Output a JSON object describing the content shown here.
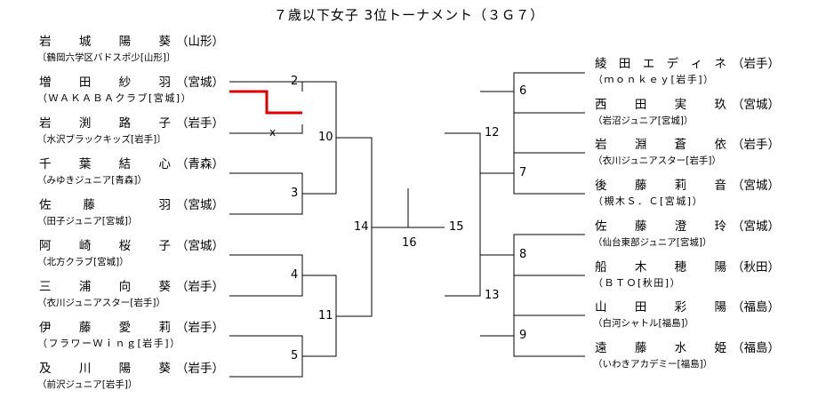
{
  "title": "７歳以下女子 3位トーナメント（３Ｇ７）",
  "left_players": [
    {
      "name": [
        "岩",
        "城",
        "陽",
        "葵"
      ],
      "pref": "（山形）",
      "club": "〔鶴岡六学区バドスポ少[山形]〕"
    },
    {
      "name": [
        "増",
        "田",
        "紗",
        "羽"
      ],
      "pref": "（宮城）",
      "club": "（ＷＡＫＡＢＡクラブ[宮城]）"
    },
    {
      "name": [
        "岩",
        "渕",
        "路",
        "子"
      ],
      "pref": "（岩手）",
      "club": "〔水沢ブラックキッズ[岩手]〕"
    },
    {
      "name": [
        "千",
        "葉",
        "結",
        "心"
      ],
      "pref": "（青森）",
      "club": "（みゆきジュニア[青森]）"
    },
    {
      "name": [
        "佐",
        "藤",
        "",
        "羽"
      ],
      "pref": "（宮城）",
      "club": "（田子ジュニア[宮城]）"
    },
    {
      "name": [
        "阿",
        "崎",
        "桜",
        "子"
      ],
      "pref": "（宮城）",
      "club": "（北方クラブ[宮城]）"
    },
    {
      "name": [
        "三",
        "浦",
        "向",
        "葵"
      ],
      "pref": "（岩手）",
      "club": "（衣川ジュニアスター[岩手]）"
    },
    {
      "name": [
        "伊",
        "藤",
        "愛",
        "莉"
      ],
      "pref": "（岩手）",
      "club": "（フラワーＷｉｎｇ[岩手]）"
    },
    {
      "name": [
        "及",
        "川",
        "陽",
        "葵"
      ],
      "pref": "（岩手）",
      "club": "（前沢ジュニア[岩手]）"
    }
  ],
  "right_players": [
    {
      "name": [
        "綾",
        "田",
        "エ",
        "デ",
        "ィ",
        "ネ"
      ],
      "pref": "（岩手）",
      "club": "（ｍｏｎｋｅｙ[岩手]）"
    },
    {
      "name": [
        "西",
        "田",
        "実",
        "玖"
      ],
      "pref": "（宮城）",
      "club": "（岩沼ジュニア[宮城]）"
    },
    {
      "name": [
        "岩",
        "淵",
        "蒼",
        "依"
      ],
      "pref": "（岩手）",
      "club": "（衣川ジュニアスター[岩手]）"
    },
    {
      "name": [
        "後",
        "藤",
        "莉",
        "音"
      ],
      "pref": "（宮城）",
      "club": "（槻木Ｓ．Ｃ[宮城]）"
    },
    {
      "name": [
        "佐",
        "藤",
        "澄",
        "玲"
      ],
      "pref": "（宮城）",
      "club": "（仙台東部ジュニア[宮城]）"
    },
    {
      "name": [
        "船",
        "木",
        "穂",
        "陽"
      ],
      "pref": "（秋田）",
      "club": "（ＢＴＯ[秋田]）"
    },
    {
      "name": [
        "山",
        "田",
        "彩",
        "陽"
      ],
      "pref": "（福島）",
      "club": "（白河シャトル[福島]）"
    },
    {
      "name": [
        "遠",
        "藤",
        "水",
        "姫"
      ],
      "pref": "（福島）",
      "club": "（いわきアカデミー[福島]）"
    }
  ],
  "match_numbers": {
    "m2": "2",
    "m3": "3",
    "m4": "4",
    "m5": "5",
    "m6": "6",
    "m7": "7",
    "m8": "8",
    "m9": "9",
    "m10": "10",
    "m11": "11",
    "m12": "12",
    "m13": "13",
    "m14": "14",
    "m15": "15",
    "final": "16"
  },
  "walkover_mark": "x",
  "colors": {
    "line": "#000000",
    "winner_path": "#e00000"
  }
}
